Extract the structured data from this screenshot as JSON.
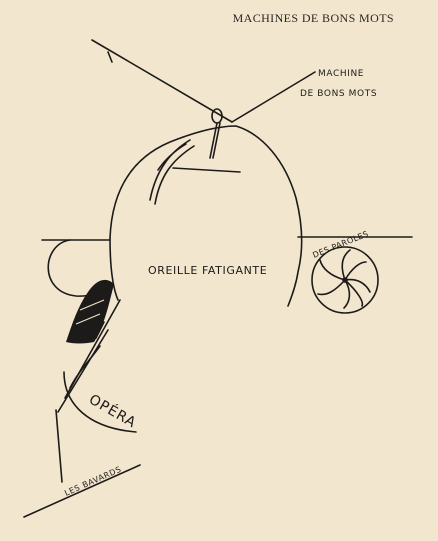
{
  "header": {
    "title": "MACHINES DE BONS MOTS"
  },
  "drawing": {
    "label_machine_line1": "MACHINE",
    "label_machine_line2": "DE BONS MOTS",
    "label_oreille": "OREILLE FATIGANTE",
    "label_paroles": "DES PAROLES",
    "label_opera": "OPÉRA",
    "label_bavards": "LES BAVARDS"
  },
  "colors": {
    "paper": "#f3e6cf",
    "ink": "#1d1b19"
  }
}
